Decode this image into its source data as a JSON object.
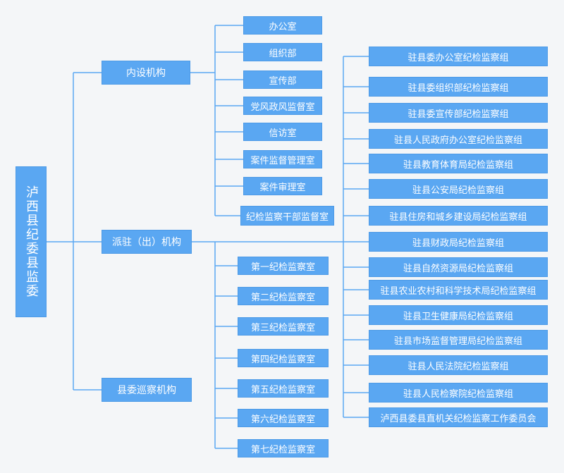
{
  "root": "泸西县纪委县监委",
  "level1": [
    "内设机构",
    "派驻（出）机构",
    "县委巡察机构"
  ],
  "neishe": [
    "办公室",
    "组织部",
    "宣传部",
    "党风政风监督室",
    "信访室",
    "案件监督管理室",
    "案件审理室",
    "纪检监察干部监督室"
  ],
  "jiancha": [
    "第一纪检监察室",
    "第二纪检监察室",
    "第三纪检监察室",
    "第四纪检监察室",
    "第五纪检监察室",
    "第六纪检监察室",
    "第七纪检监察室"
  ],
  "paizhu": [
    "驻县委办公室纪检监察组",
    "驻县委组织部纪检监察组",
    "驻县委宣传部纪检监察组",
    "驻县人民政府办公室纪检监察组",
    "驻县教育体育局纪检监察组",
    "驻县公安局纪检监察组",
    "驻县住房和城乡建设局纪检监察组",
    "驻县财政局纪检监察组",
    "驻县自然资源局纪检监察组",
    "驻县农业农村和科学技术局纪检监察组",
    "驻县卫生健康局纪检监察组",
    "驻县市场监督管理局纪检监察组",
    "驻县人民法院纪检监察组",
    "驻县人民检察院纪检监察组",
    "泸西县委县直机关纪检监察工作委员会"
  ],
  "colors": {
    "box": "#5aa7f2",
    "line": "#5aa7f2",
    "text": "#ffffff",
    "background": "#f4f6f8"
  }
}
